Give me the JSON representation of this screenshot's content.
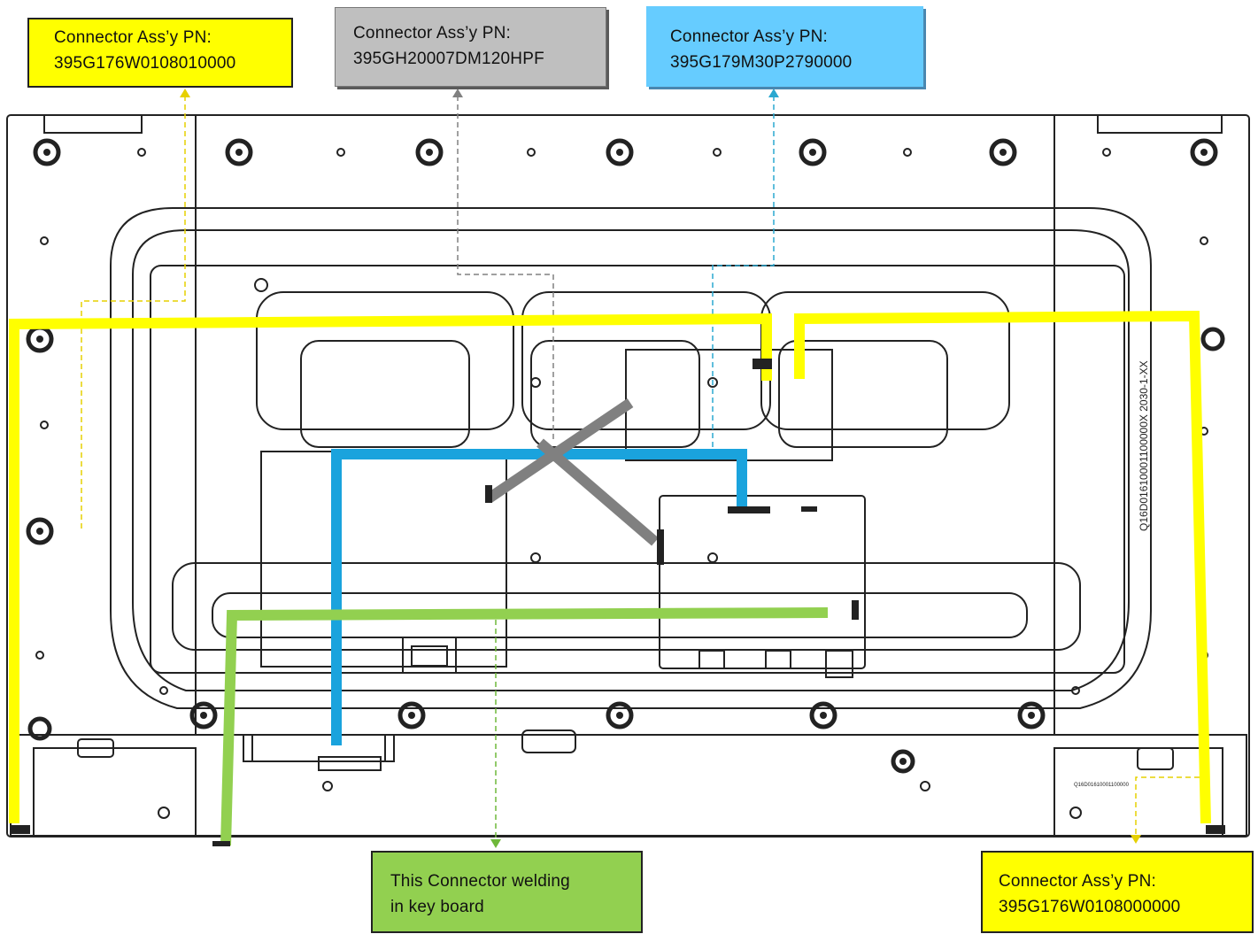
{
  "callouts": {
    "yellow_top": {
      "line1": "Connector Ass’y PN:",
      "line2": "395G176W0108010000"
    },
    "gray": {
      "line1": "Connector Ass’y PN:",
      "line2": "395GH20007DM120HPF"
    },
    "blue": {
      "line1": "Connector Ass’y PN:",
      "line2": "395G179M30P2790000"
    },
    "green": {
      "line1": "This Connector welding",
      "line2": "in key board"
    },
    "yellow_bottom": {
      "line1": "Connector Ass’y PN:",
      "line2": "395G176W0108000000"
    }
  },
  "panel_markings": {
    "vertical_code": "Q16D01610001100000X    2030-1-XX",
    "label_code": "Q16D01610001100000"
  },
  "colors": {
    "yellow": "#ffff00",
    "gray": "#bfbfbf",
    "blue": "#66ccff",
    "green": "#92d050",
    "cable_yellow": "#ffff00",
    "cable_blue": "#1aa3dd",
    "cable_gray": "#808080",
    "cable_green": "#92d050"
  }
}
